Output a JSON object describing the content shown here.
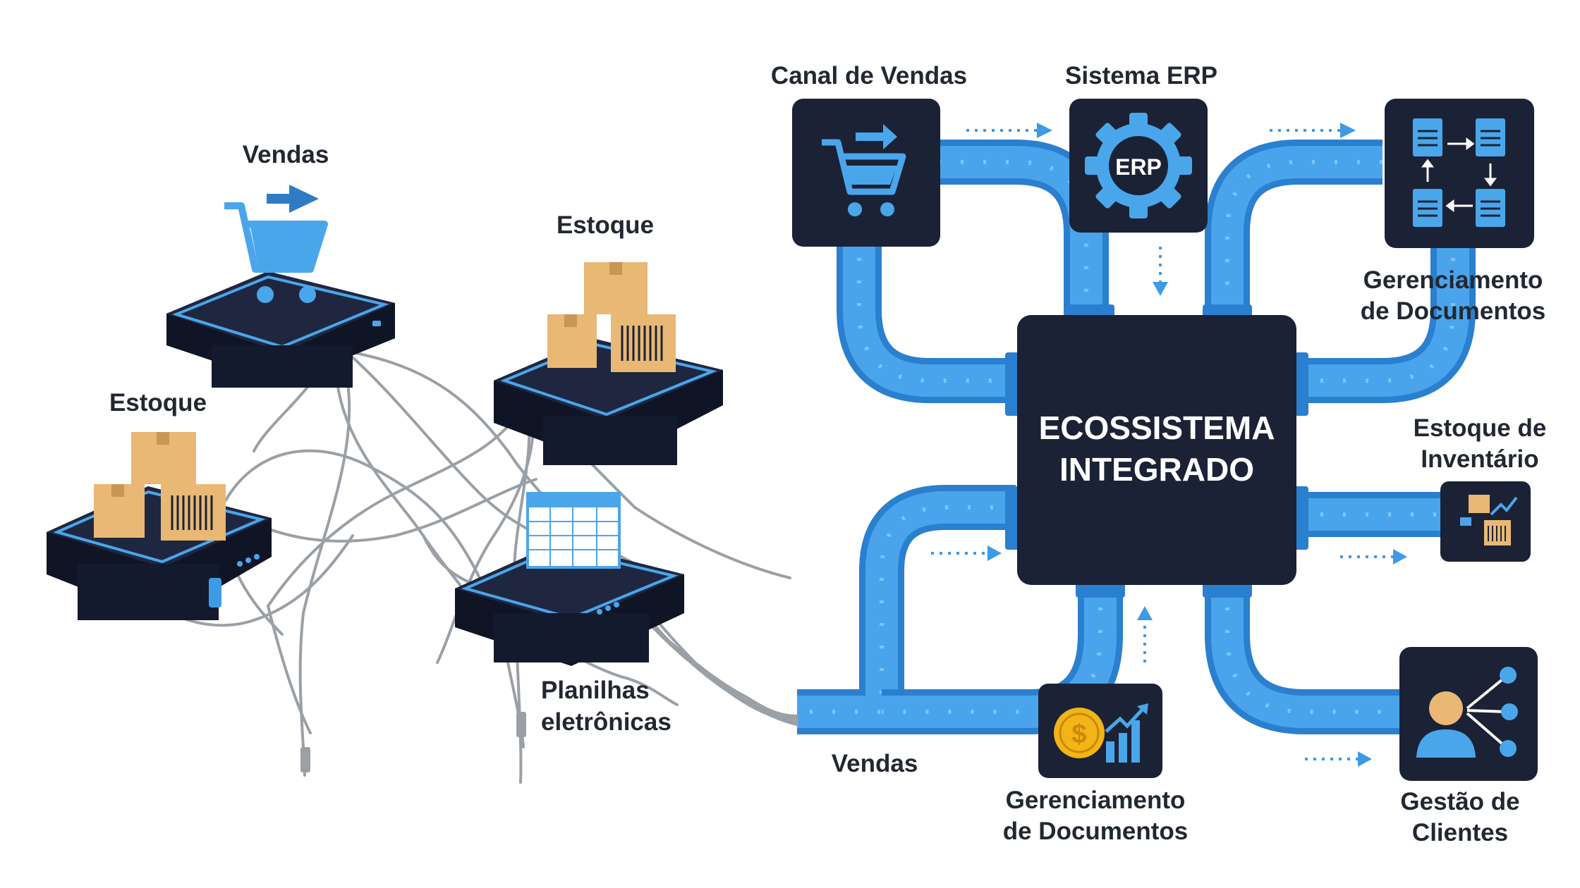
{
  "left_cluster": {
    "vendas_label": "Vendas",
    "estoque_top_label": "Estoque",
    "estoque_left_label": "Estoque",
    "planilhas_line1": "Planilhas",
    "planilhas_line2": "eletrônicas"
  },
  "right_cluster": {
    "core_line1": "ECOSSISTEMA",
    "core_line2": "INTEGRADO",
    "canal_label": "Canal de Vendas",
    "erp_label": "Sistema ERP",
    "erp_badge": "ERP",
    "docs_top_line1": "Gerenciamento",
    "docs_top_line2": "de Documentos",
    "estoque_inv_line1": "Estoque de",
    "estoque_inv_line2": "Inventário",
    "vendas_label": "Vendas",
    "docs_bottom_line1": "Gerenciamento",
    "docs_bottom_line2": "de Documentos",
    "clientes_line1": "Gestão de",
    "clientes_line2": "Clientes",
    "dollar_symbol": "$"
  },
  "colors": {
    "navy": "#1b2236",
    "pipe_blue": "#3d9be6",
    "pipe_light": "#7cc4f7",
    "accent_blue": "#4aa6ea",
    "box_tan": "#e8b874",
    "cable_gray": "#9aa0a6",
    "gold": "#f2b417"
  }
}
